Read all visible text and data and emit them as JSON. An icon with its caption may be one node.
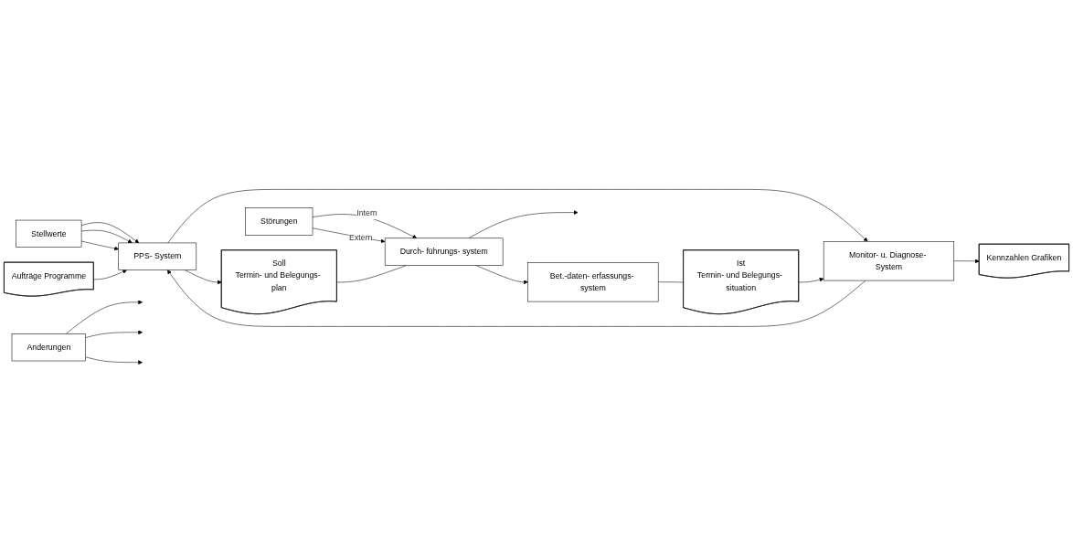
{
  "diagram": {
    "nodes": [
      {
        "text": [
          "Anderungen"
        ]
      },
      {
        "text": [
          "Stellwerte"
        ]
      },
      {
        "text": [
          "Störungen"
        ]
      },
      {
        "text": [
          "Aufträge Programme"
        ]
      },
      {
        "text": [
          "PPS- System"
        ]
      },
      {
        "text": [
          "Soll",
          "Termin- und Belegungs- plan"
        ]
      },
      {
        "text": [
          "Durch- führungs- system"
        ]
      },
      {
        "text": [
          "Kennzahlen Grafiken"
        ]
      },
      {
        "text": [
          "Monitor- u. Diagnose- System"
        ]
      },
      {
        "text": [
          "Ist",
          "Termin- und Belegungs- situation"
        ]
      },
      {
        "text": [
          "Bet.-daten- erfassungs- system"
        ]
      }
    ],
    "edges": [
      {
        "from": 0,
        "to": null,
        "arrow": "to"
      },
      {
        "from": 0,
        "to": null,
        "arrow": "to"
      },
      {
        "from": 0,
        "to": null,
        "arrow": "to"
      },
      {
        "from": 1,
        "to": 4,
        "arrow": "to"
      },
      {
        "from": 1,
        "to": 4,
        "arrow": "to"
      },
      {
        "from": 1,
        "to": 4,
        "arrow": "to"
      },
      {
        "from": 2,
        "to": 6,
        "label": "Intern",
        "arrow": "to"
      },
      {
        "from": 2,
        "to": 6,
        "label": "Extern",
        "arrow": "to"
      },
      {
        "from": 3,
        "to": 4,
        "arrow": "to"
      },
      {
        "from": 4,
        "to": 5,
        "arrow": "to"
      },
      {
        "from": 5,
        "to": 6,
        "arrow": "none"
      },
      {
        "from": 6,
        "to": null,
        "arrow": "to"
      },
      {
        "from": 6,
        "to": 10,
        "arrow": "to"
      },
      {
        "from": 4,
        "to": 8,
        "arrow": "to"
      },
      {
        "from": 10,
        "to": 9,
        "arrow": "none"
      },
      {
        "from": 9,
        "to": 8,
        "arrow": "to"
      },
      {
        "from": 8,
        "to": 7,
        "arrow": "to"
      },
      {
        "from": 8,
        "to": 4,
        "arrow": "to"
      }
    ]
  }
}
